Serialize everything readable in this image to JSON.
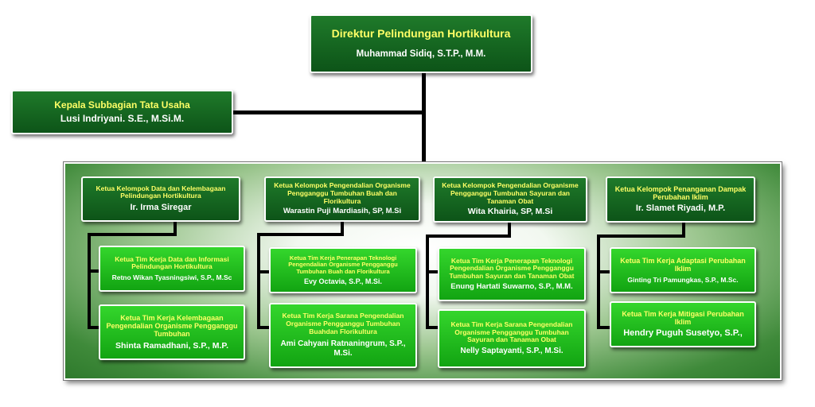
{
  "director": {
    "title": "Direktur Pelindungan Hortikultura",
    "name": "Muhammad Sidiq, S.T.P., M.M."
  },
  "admin": {
    "title": "Kepala Subbagian Tata Usaha",
    "name": "Lusi Indriyani. S.E., M.Si.M."
  },
  "groups": [
    {
      "title": "Ketua Kelompok Data dan Kelembagaan Pelindungan Hortikultura",
      "name": "Ir. Irma Siregar",
      "teams": [
        {
          "title": "Ketua Tim Kerja Data dan Informasi Pelindungan Hortikultura",
          "name": "Retno Wikan Tyasningsiwi, S.P., M.Sc"
        },
        {
          "title": "Ketua Tim Kerja Kelembagaan Pengendalian Organisme Pengganggu Tumbuhan",
          "name": "Shinta Ramadhani, S.P., M.P."
        }
      ]
    },
    {
      "title": "Ketua Kelompok Pengendalian Organisme Pengganggu Tumbuhan Buah dan Florikultura",
      "name": "Warastin Puji Mardiasih, SP, M.Si",
      "teams": [
        {
          "title": "Ketua Tim Kerja Penerapan Teknologi Pengendalian Organisme Pengganggu Tumbuhan Buah dan Florikultura",
          "name": "Evy Octavia, S.P., M.Si."
        },
        {
          "title": "Ketua Tim Kerja Sarana Pengendalian Organisme Pengganggu Tumbuhan Buahdan Florikultura",
          "name": "Ami Cahyani Ratnaningrum, S.P., M.Si."
        }
      ]
    },
    {
      "title": "Ketua Kelompok Pengendalian Organisme Pengganggu Tumbuhan Sayuran dan Tanaman Obat",
      "name": "Wita Khairia, SP, M.Si",
      "teams": [
        {
          "title": "Ketua Tim Kerja Penerapan Teknologi Pengendalian Organisme Pengganggu Tumbuhan Sayuran dan Tanaman Obat",
          "name": "Enung Hartati Suwarno, S.P., M.M."
        },
        {
          "title": "Ketua Tim Kerja Sarana Pengendalian Organisme Pengganggu Tumbuhan Sayuran dan Tanaman Obat",
          "name": "Nelly Saptayanti, S.P., M.Si."
        }
      ]
    },
    {
      "title": "Ketua Kelompok Penanganan Dampak Perubahan Iklim",
      "name": "Ir. Slamet Riyadi, M.P.",
      "teams": [
        {
          "title": "Ketua Tim Kerja Adaptasi Perubahan Iklim",
          "name": "Ginting Tri Pamungkas, S.P., M.Sc."
        },
        {
          "title": "Ketua Tim Kerja Mitigasi Perubahan Iklim",
          "name": "Hendry Puguh Susetyo, S.P.,"
        }
      ]
    }
  ]
}
